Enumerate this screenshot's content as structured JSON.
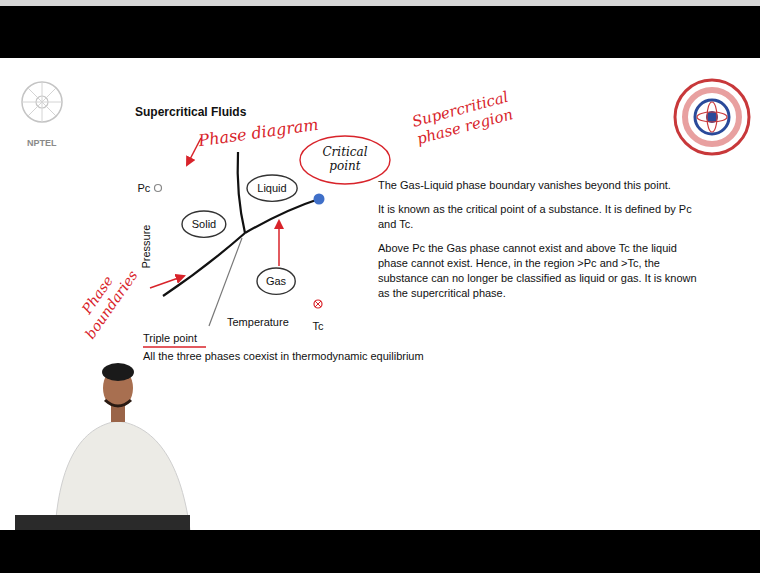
{
  "diagram": {
    "title": "Supercritical Fluids",
    "nodes": [
      {
        "text": [
          "Critical point"
        ]
      },
      {
        "text": [
          "Liquid"
        ]
      },
      {
        "text": [
          "Solid"
        ]
      },
      {
        "text": [
          "Gas"
        ]
      }
    ],
    "labels": [
      "NPTEL",
      "Phase diagram",
      "Supercritical phase region",
      "Pc",
      "Pressure",
      "Temperature",
      "Tc",
      "Phase boundaries",
      "Triple point",
      "All the three phases coexist in thermodynamic equilibrium",
      "The Gas-Liquid phase boundary vanishes beyond this point.",
      "It is known as the critical point of a substance. It is defined by Pc and Tc.",
      "Above Pc the Gas phase cannot exist and above Tc the liquid phase cannot exist. Hence, in the region >Pc and >Tc, the substance can no longer be classified as liquid or gas. It is known as the supercritical phase."
    ]
  }
}
